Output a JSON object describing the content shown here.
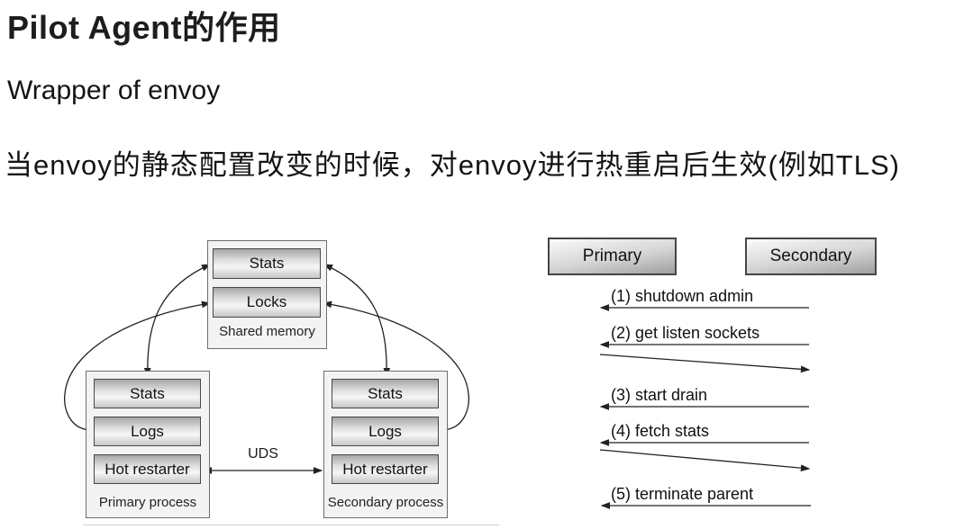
{
  "slide": {
    "title": "Pilot Agent的作用",
    "subtitle": "Wrapper of envoy",
    "description": "当envoy的静态配置改变的时候，对envoy进行热重启后生效(例如TLS)"
  },
  "arch": {
    "shared": {
      "label": "Shared memory",
      "blocks": [
        "Stats",
        "Locks"
      ]
    },
    "primary": {
      "label": "Primary process",
      "blocks": [
        "Stats",
        "Logs",
        "Hot restarter"
      ]
    },
    "secondary": {
      "label": "Secondary process",
      "blocks": [
        "Stats",
        "Logs",
        "Hot restarter"
      ]
    },
    "uds": "UDS"
  },
  "seq": {
    "actors": [
      "Primary",
      "Secondary"
    ],
    "messages": [
      {
        "label": "(1) shutdown admin",
        "direction": "secondary-to-primary"
      },
      {
        "label": "(2) get listen sockets",
        "direction": "secondary-to-primary",
        "has_response_arrow": true
      },
      {
        "label": "(3) start drain",
        "direction": "secondary-to-primary"
      },
      {
        "label": "(4) fetch stats",
        "direction": "secondary-to-primary",
        "has_response_arrow": true
      },
      {
        "label": "(5) terminate parent",
        "direction": "secondary-to-primary"
      }
    ]
  },
  "colors": {
    "background": "#ffffff",
    "text": "#1a1a1a",
    "box_border": "#474747",
    "box_fill_light": "#f3f3f3",
    "gradient_dark": "#a6a6a6",
    "connector": "#222222"
  }
}
